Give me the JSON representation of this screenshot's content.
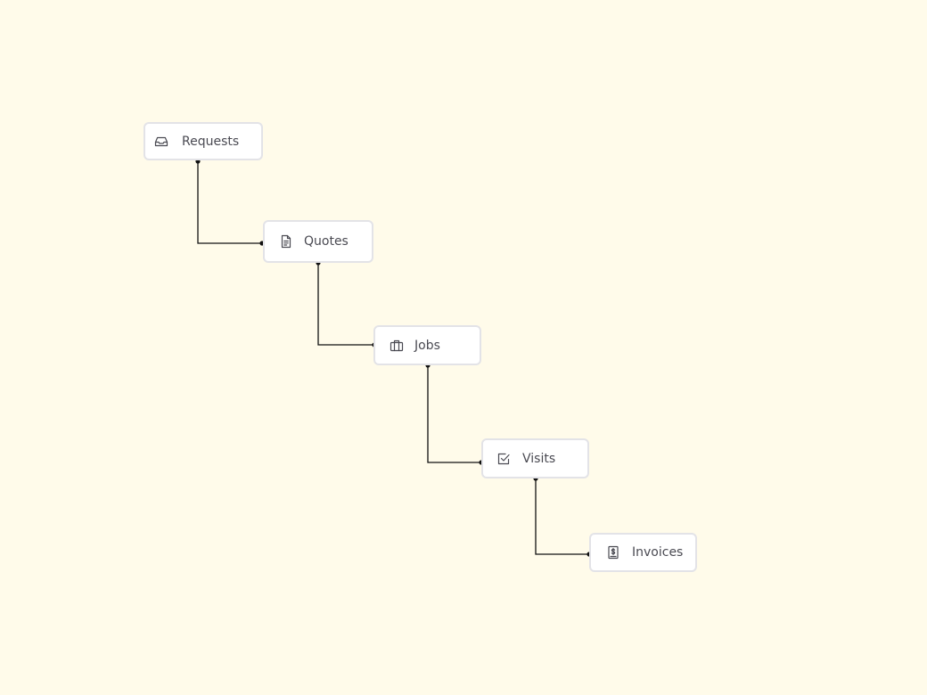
{
  "stages": [
    {
      "label": "Requests",
      "icon": "inbox-icon"
    },
    {
      "label": "Quotes",
      "icon": "document-icon"
    },
    {
      "label": "Jobs",
      "icon": "briefcase-icon"
    },
    {
      "label": "Visits",
      "icon": "checkbox-icon"
    },
    {
      "label": "Invoices",
      "icon": "invoice-dollar-icon"
    }
  ],
  "colors": {
    "background": "#fffbea",
    "node_fill": "#ffffff",
    "node_border": "#e3e3e7",
    "text": "#4a4a52",
    "connector": "#111111"
  }
}
